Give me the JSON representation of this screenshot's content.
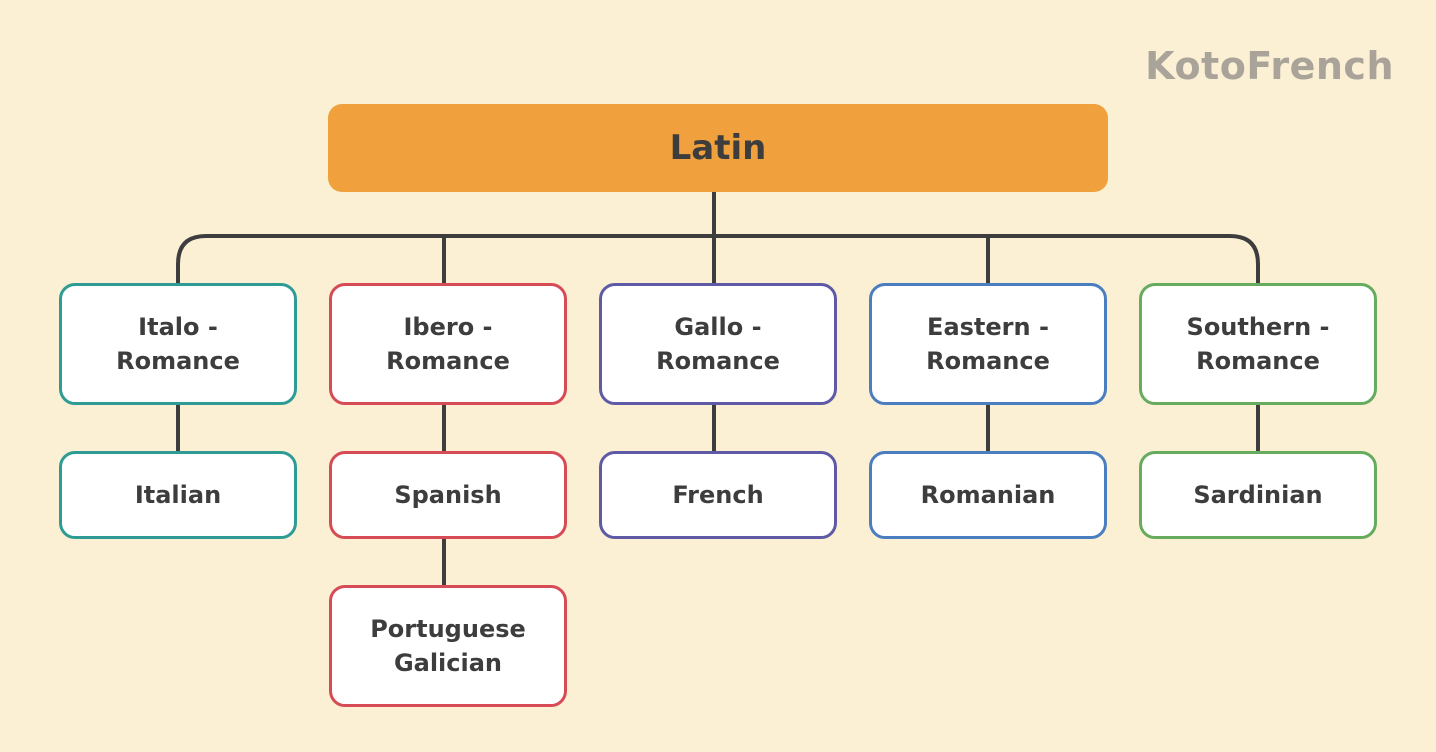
{
  "brand": "KotoFrench",
  "root": {
    "label": "Latin",
    "color": "#f0a03c"
  },
  "branches": [
    {
      "label": "Italo -\nRomance",
      "color": "#2e9c95",
      "children": [
        "Italian"
      ]
    },
    {
      "label": "Ibero -\nRomance",
      "color": "#d64b55",
      "children": [
        "Spanish",
        "Portuguese\nGalician"
      ]
    },
    {
      "label": "Gallo -\nRomance",
      "color": "#5e5aa6",
      "children": [
        "French"
      ]
    },
    {
      "label": "Eastern -\nRomance",
      "color": "#4a7ec0",
      "children": [
        "Romanian"
      ]
    },
    {
      "label": "Southern -\nRomance",
      "color": "#66ab5e",
      "children": [
        "Sardinian"
      ]
    }
  ],
  "connector_color": "#3d3d3d"
}
